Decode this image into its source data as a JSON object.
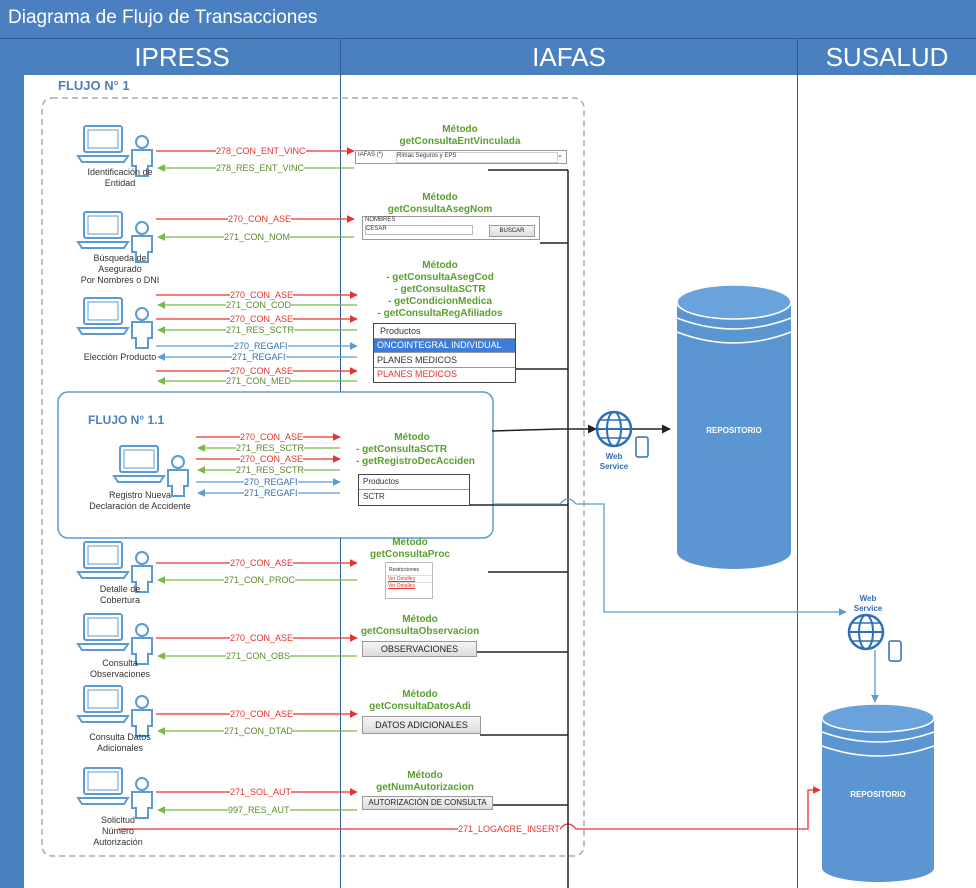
{
  "title": "Diagrama de Flujo de Transacciones",
  "lanes": [
    "IPRESS",
    "IAFAS",
    "SUSALUD"
  ],
  "flujo1": "FLUJO N° 1",
  "flujo11": "FLUJO N° 1.1",
  "actors": {
    "a1": [
      "Identificación de",
      "Entidad"
    ],
    "a2": [
      "Búsqueda de",
      "Asegurado",
      "Por Nombres o DNI"
    ],
    "a3": [
      "Elección Producto"
    ],
    "a4": [
      "Registro Nueva",
      "Declaración de Accidente"
    ],
    "a5": [
      "Detalle de",
      "Cobertura"
    ],
    "a6": [
      "Consulta",
      "Observaciones"
    ],
    "a7": [
      "Consulta Datos",
      "Adicionales"
    ],
    "a8": [
      "Solicitud",
      "Número",
      "Autorización"
    ]
  },
  "methods": {
    "m1": [
      "Método",
      "getConsultaEntVinculada"
    ],
    "m2": [
      "Método",
      "getConsultaAsegNom"
    ],
    "m3": [
      "Método",
      "- getConsultaAsegCod",
      "- getConsultaSCTR",
      "- getCondicionMedica",
      "- getConsultaRegAfiliados"
    ],
    "m4": [
      "Método",
      "- getConsultaSCTR",
      "- getRegistroDecAcciden"
    ],
    "m5": [
      "Método",
      "getConsultaProc"
    ],
    "m6": [
      "Método",
      "getConsultaObservacion"
    ],
    "m7": [
      "Método",
      "getConsultaDatosAdi"
    ],
    "m8": [
      "Método",
      "getNumAutorizacion"
    ]
  },
  "msgs": {
    "r1": "278_CON_ENT_VINC",
    "g1": "278_RES_ENT_VINC",
    "r2": "270_CON_ASE",
    "g2": "271_CON_NOM",
    "r3a": "270_CON_ASE",
    "g3a": "271_CON_COD",
    "r3b": "270_CON_ASE",
    "g3b": "271_RES_SCTR",
    "b3a": "270_REGAFI",
    "b3b": "271_REGAFI",
    "r3c": "270_CON_ASE",
    "g3c": "271_CON_MED",
    "r4a": "270_CON_ASE",
    "g4a": "271_RES_SCTR",
    "r4b": "270_CON_ASE",
    "g4b": "271_RES_SCTR",
    "b4a": "270_REGAFI",
    "b4b": "271_REGAFI",
    "r5": "270_CON_ASE",
    "g5": "271_CON_PROC",
    "r6": "270_CON_ASE",
    "g6": "271_CON_OBS",
    "r7": "270_CON_ASE",
    "g7": "271_CON_DTAD",
    "r8": "271_SOL_AUT",
    "g8": "997_RES_AUT",
    "r9": "271_LOGACRE_INSERT"
  },
  "ui": {
    "iafas_label": "IAFAS (*)",
    "iafas_value": "Rimac Seguros y EPS",
    "nombres": "NOMBRES",
    "cesar": "CESAR",
    "buscar": "BUSCAR",
    "productos": "Productos",
    "onco": "ONCOINTEGRAL INDIVIDUAL",
    "planes1": "PLANES MEDICOS",
    "planes2": "PLANES MEDICOS",
    "productos2": "Productos",
    "sctr": "SCTR",
    "restricciones": "Restricciones",
    "ver1": "Ver Detalles",
    "ver2": "Ver Detalles",
    "observaciones": "OBSERVACIONES",
    "datos": "DATOS ADICIONALES",
    "autorizacion": "AUTORIZACIÓN DE CONSULTA"
  },
  "ws1": [
    "Web",
    "Service"
  ],
  "ws2": [
    "Web",
    "Service"
  ],
  "repo1": "REPOSITORIO",
  "repo2": "REPOSITORIO",
  "colors": {
    "lane": "#4a7fc0",
    "red": "#e8322e",
    "green": "#7ab648",
    "blue": "#5b9bd5",
    "cyl": "#5b96d2"
  }
}
